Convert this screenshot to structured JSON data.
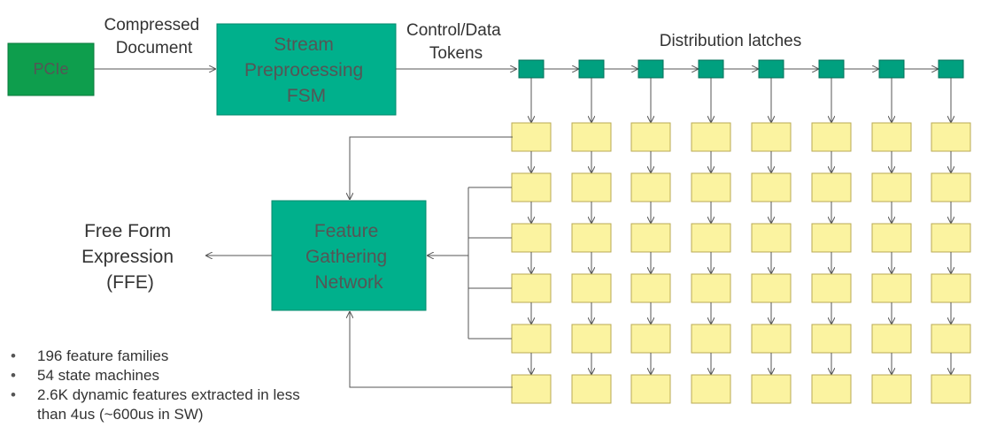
{
  "blocks": {
    "pcie": "PCIe",
    "stream_fsm": [
      "Stream",
      "Preprocessing",
      "FSM"
    ],
    "feature_network": [
      "Feature",
      "Gathering",
      "Network"
    ]
  },
  "labels": {
    "compressed_document": [
      "Compressed",
      "Document"
    ],
    "control_data_tokens": [
      "Control/Data",
      "Tokens"
    ],
    "distribution_latches": "Distribution latches",
    "ffe": [
      "Free Form",
      "Expression",
      "(FFE)"
    ]
  },
  "bullets": [
    "196 feature families",
    "54 state machines",
    "2.6K dynamic features extracted in less than 4us (~600us in SW)"
  ],
  "grid": {
    "columns": 8,
    "rows": 6
  },
  "colors": {
    "pcie": "#0e9e4d",
    "teal": "#00b08c",
    "latch": "#00a07f",
    "state_machine": "#fbf3a0",
    "state_machine_border": "#b8aa55",
    "line": "#555555"
  }
}
